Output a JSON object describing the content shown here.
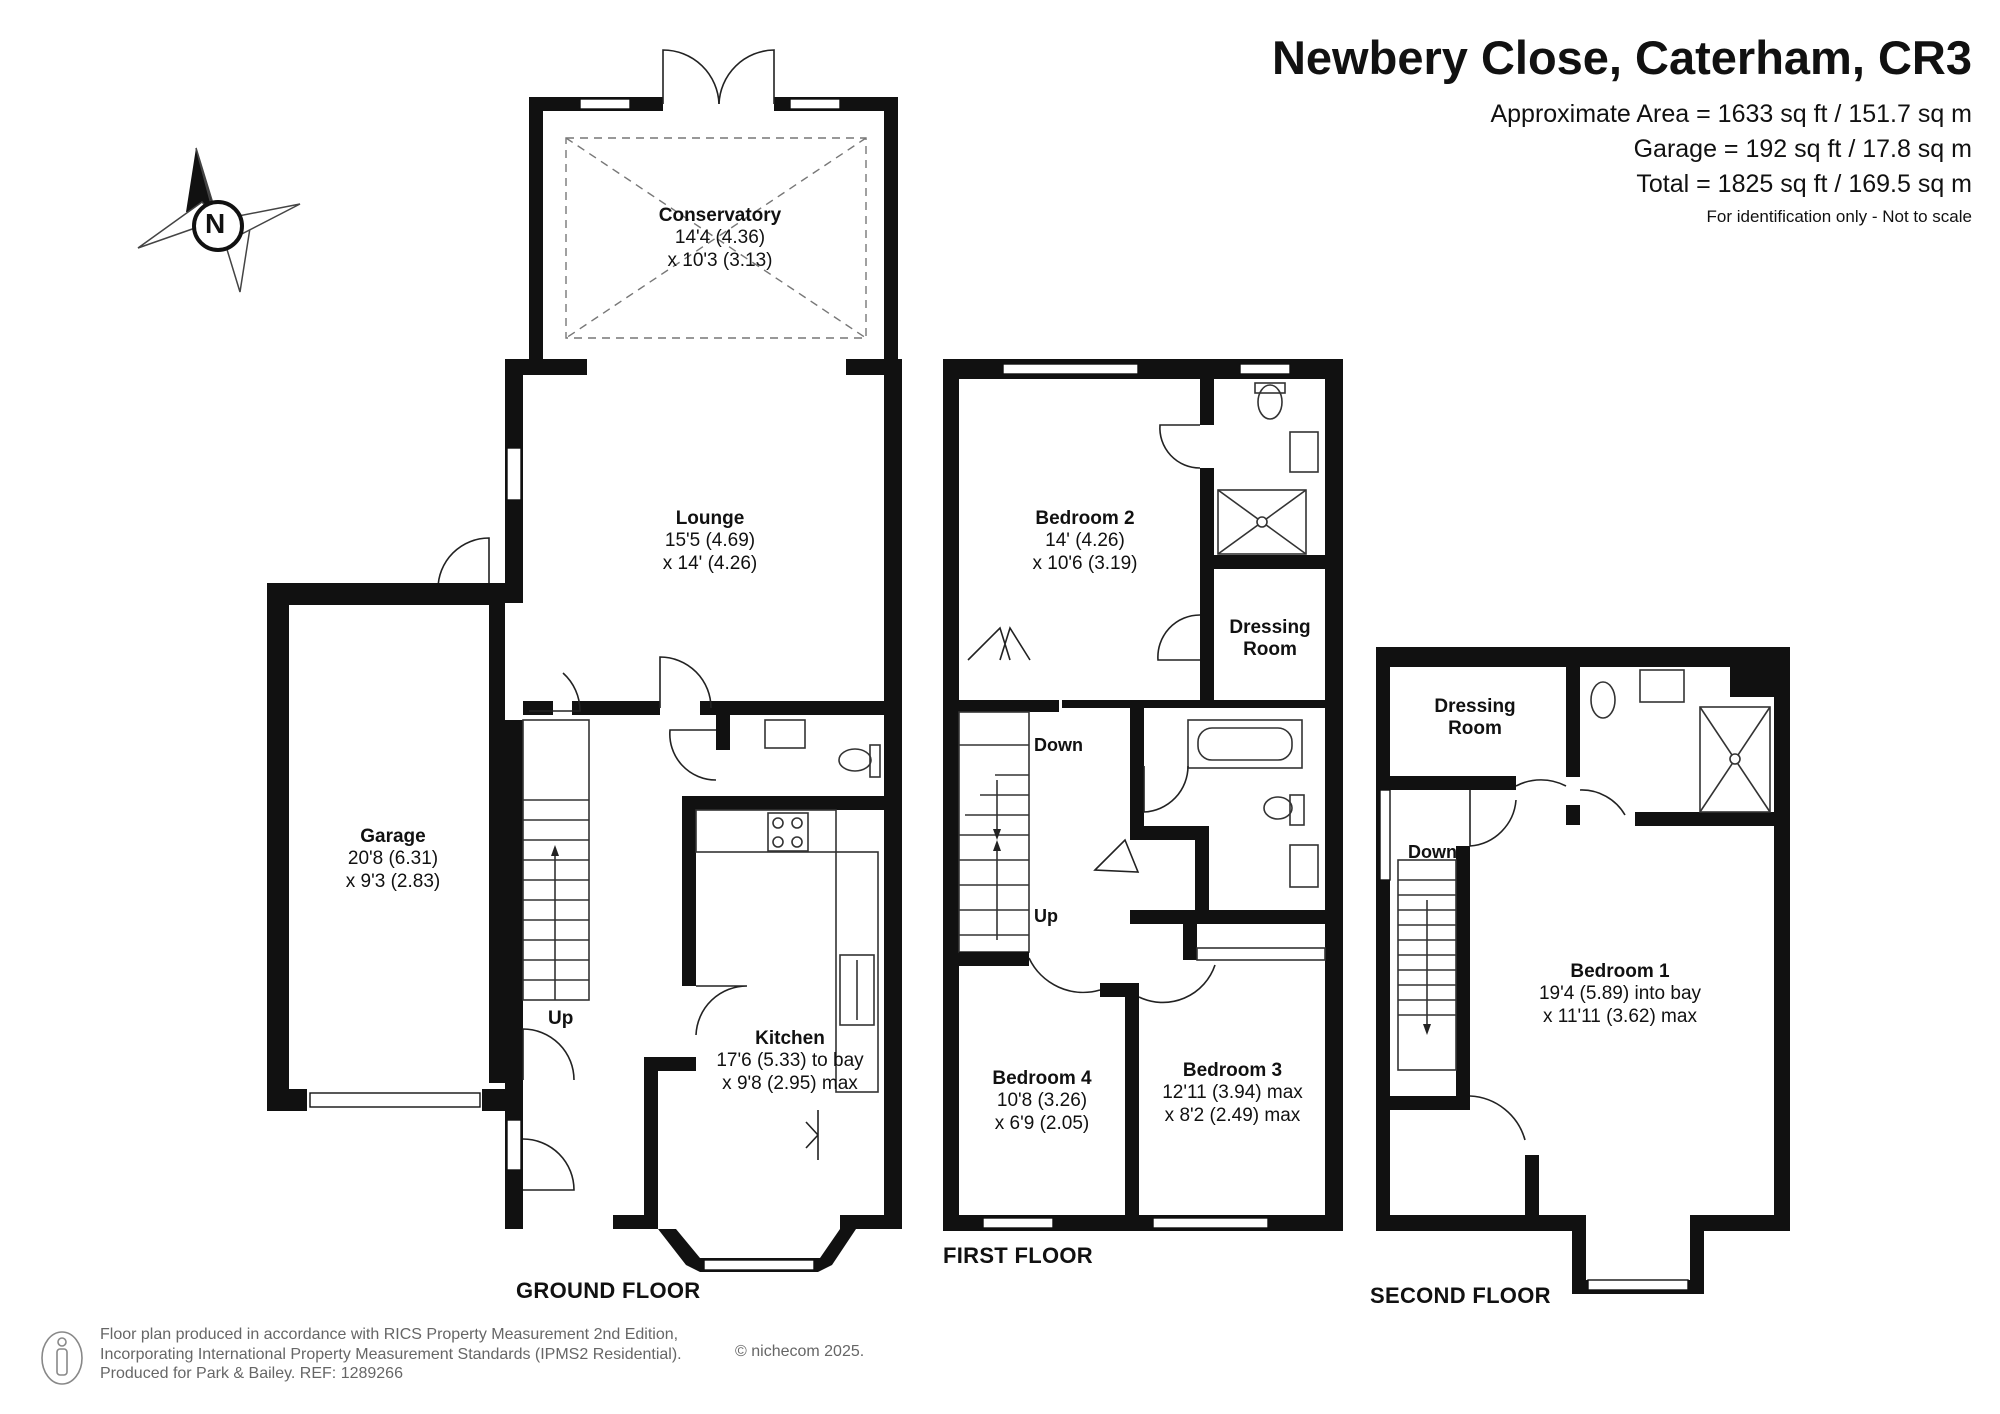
{
  "header": {
    "title": "Newbery Close, Caterham, CR3",
    "approx_area": "Approximate Area = 1633 sq ft / 151.7 sq m",
    "garage_area": "Garage = 192 sq ft / 17.8 sq m",
    "total_area": "Total = 1825 sq ft / 169.5 sq m",
    "note": "For identification only - Not to scale"
  },
  "compass": {
    "letter": "N",
    "icon": "compass-north-icon"
  },
  "ground_floor": {
    "label": "GROUND FLOOR",
    "conservatory": {
      "name": "Conservatory",
      "dim1": "14'4 (4.36)",
      "dim2": "x 10'3 (3.13)"
    },
    "lounge": {
      "name": "Lounge",
      "dim1": "15'5 (4.69)",
      "dim2": "x 14' (4.26)"
    },
    "garage": {
      "name": "Garage",
      "dim1": "20'8 (6.31)",
      "dim2": "x 9'3 (2.83)"
    },
    "kitchen": {
      "name": "Kitchen",
      "dim1": "17'6 (5.33) to bay",
      "dim2": "x 9'8 (2.95) max"
    },
    "stairs_label": "Up"
  },
  "first_floor": {
    "label": "FIRST FLOOR",
    "bedroom2": {
      "name": "Bedroom 2",
      "dim1": "14' (4.26)",
      "dim2": "x 10'6 (3.19)"
    },
    "dressing_room": {
      "line1": "Dressing",
      "line2": "Room"
    },
    "bedroom4": {
      "name": "Bedroom 4",
      "dim1": "10'8 (3.26)",
      "dim2": "x 6'9 (2.05)"
    },
    "bedroom3": {
      "name": "Bedroom 3",
      "dim1": "12'11 (3.94) max",
      "dim2": "x 8'2 (2.49) max"
    },
    "stairs_down": "Down",
    "stairs_up": "Up"
  },
  "second_floor": {
    "label": "SECOND FLOOR",
    "dressing_room": {
      "line1": "Dressing",
      "line2": "Room"
    },
    "bedroom1": {
      "name": "Bedroom 1",
      "dim1": "19'4 (5.89) into bay",
      "dim2": "x 11'11 (3.62) max"
    },
    "stairs_down": "Down"
  },
  "footer": {
    "line1": "Floor plan produced in accordance with RICS Property Measurement 2nd Edition,",
    "line2": "Incorporating International Property Measurement Standards (IPMS2 Residential).",
    "line3": "Produced for Park & Bailey.   REF:  1289266",
    "credit": "© nichecom 2025."
  }
}
